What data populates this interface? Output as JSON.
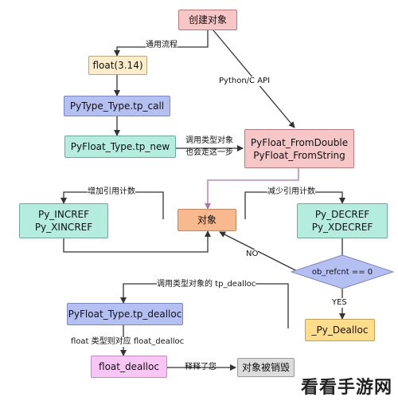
{
  "nodes": {
    "create_object": "创建对象",
    "float_call": "float(3.14)",
    "pytype_call": "PyType_Type.tp_call",
    "pyfloat_new": "PyFloat_Type.tp_new",
    "from_double": "PyFloat_FromDouble",
    "from_string": "PyFloat_FromString",
    "object": "对象",
    "incref": "Py_INCREF",
    "xincref": "Py_XINCREF",
    "decref": "Py_DECREF",
    "xdecref": "Py_XDECREF",
    "refcnt_check": "ob_refcnt == 0",
    "py_dealloc": "_Py_Dealloc",
    "pyfloat_dealloc": "PyFloat_Type.tp_dealloc",
    "float_dealloc": "float_dealloc",
    "destroyed": "对象被销毁"
  },
  "edge_labels": {
    "general_flow": "通用流程",
    "python_c_api": "Python/C API",
    "call_type_object": "调用类型对象",
    "also_this_step": "也会走这一步",
    "increase_ref": "增加引用计数",
    "decrease_ref": "减少引用计数",
    "no": "NO",
    "yes": "YES",
    "call_tp_dealloc": "调用类型对象的 tp_dealloc",
    "float_type_maps": "float 类型则对应 float_dealloc",
    "free_it": "释释了您"
  },
  "watermark": "看看手游网"
}
